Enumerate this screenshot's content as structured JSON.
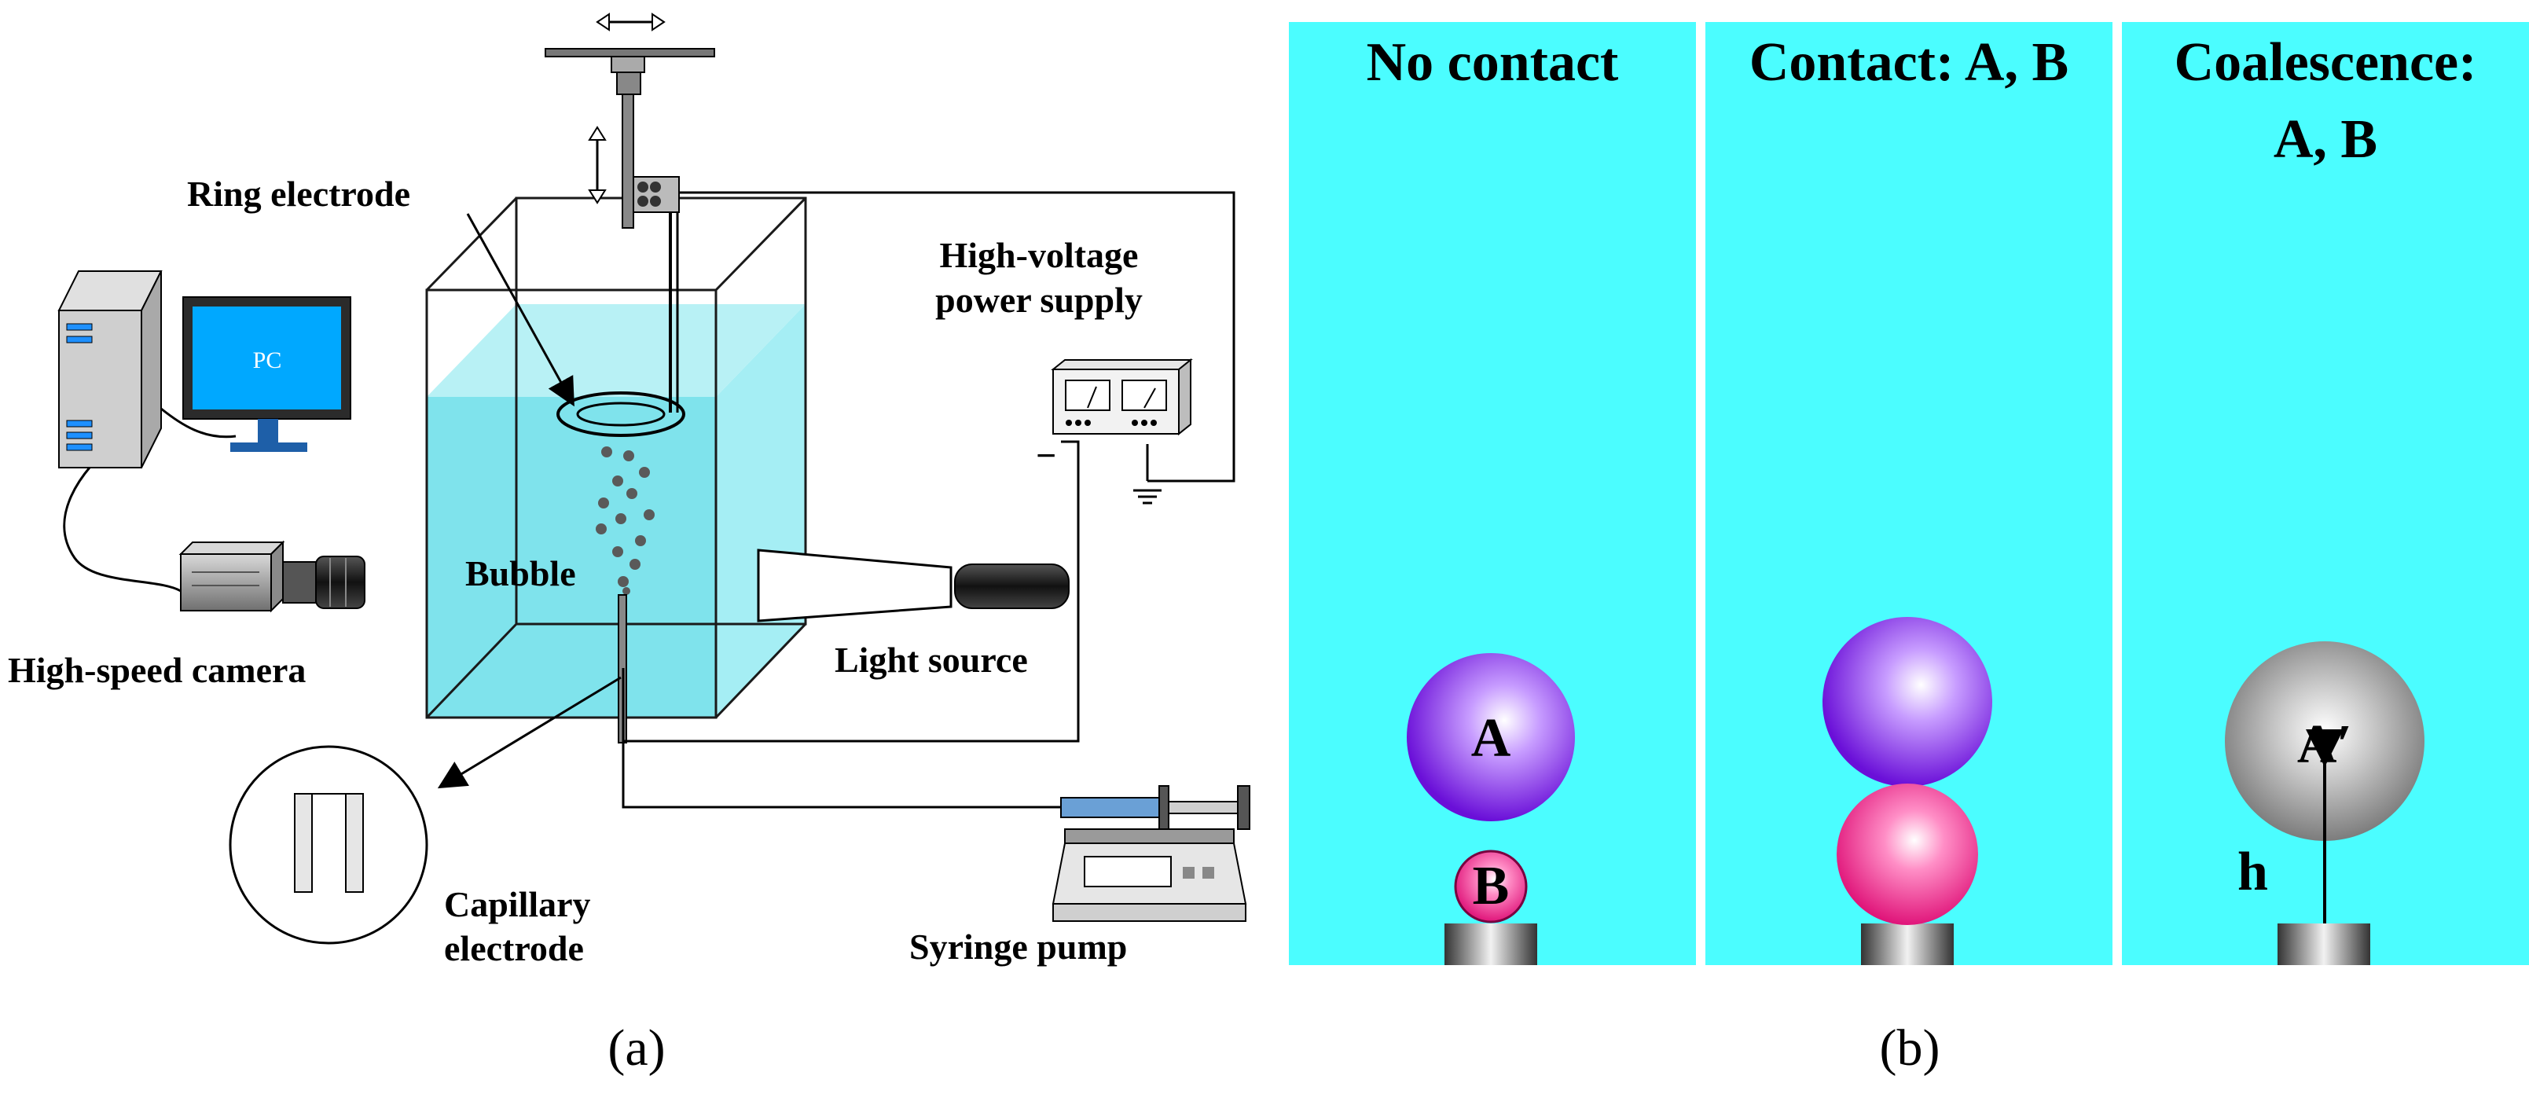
{
  "colors": {
    "water": "#7fe3ec",
    "panel_bg": "#4bfdff",
    "bubble_purple": "#8a2be2",
    "bubble_pink": "#ff1a8c",
    "bubble_gray": "#8c8c8c",
    "monitor_screen": "#00a8ff"
  },
  "icons": [
    "computer-tower-icon",
    "monitor-icon",
    "camera-icon",
    "light-source-icon",
    "power-supply-icon",
    "syringe-pump-icon",
    "ground-icon",
    "double-arrow-icon"
  ],
  "panel_a": {
    "caption": "(a)",
    "monitor_text": "PC",
    "labels": {
      "ring_electrode": "Ring electrode",
      "hv_line1": "High-voltage",
      "hv_line2": "power supply",
      "bubble": "Bubble",
      "light_source": "Light source",
      "camera": "High-speed camera",
      "capillary_line1": "Capillary",
      "capillary_line2": "electrode",
      "syringe_pump": "Syringe pump",
      "minus": "−"
    }
  },
  "panel_b": {
    "caption": "(b)",
    "panels": [
      {
        "title_line1": "No contact",
        "title_line2": "",
        "top_label": "A",
        "bottom_label": "B"
      },
      {
        "title_line1": "Contact: A, B",
        "title_line2": "",
        "top_label": "",
        "bottom_label": ""
      },
      {
        "title_line1": "Coalescence:",
        "title_line2": "A, B",
        "top_label": "A′",
        "height_label": "h"
      }
    ]
  }
}
